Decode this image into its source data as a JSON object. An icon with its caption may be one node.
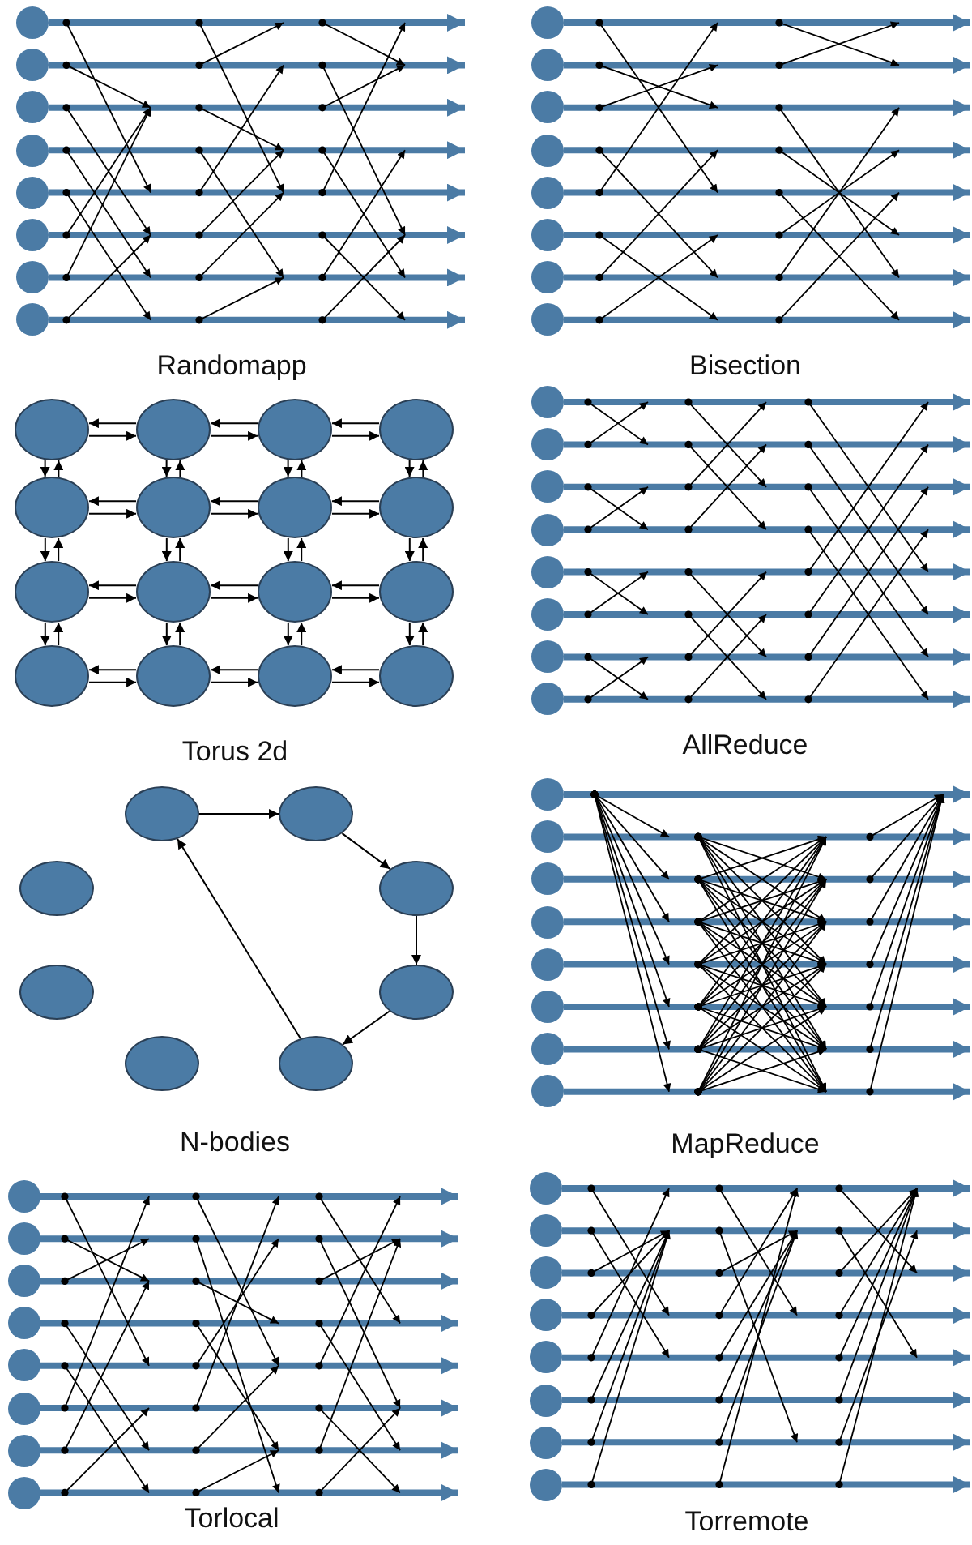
{
  "diagram": {
    "nodes": [
      {
        "text": [],
        "shape": "circle"
      },
      {
        "text": [],
        "shape": "circle"
      },
      {
        "text": [],
        "shape": "circle"
      },
      {
        "text": [],
        "shape": "circle"
      },
      {
        "text": [],
        "shape": "circle"
      },
      {
        "text": [],
        "shape": "circle"
      },
      {
        "text": [],
        "shape": "circle"
      },
      {
        "text": [],
        "shape": "circle"
      },
      {
        "text": [],
        "shape": "circle"
      },
      {
        "text": [],
        "shape": "circle"
      },
      {
        "text": [],
        "shape": "circle"
      },
      {
        "text": [],
        "shape": "circle"
      },
      {
        "text": [],
        "shape": "circle"
      },
      {
        "text": [],
        "shape": "circle"
      },
      {
        "text": [],
        "shape": "circle"
      },
      {
        "text": [],
        "shape": "circle"
      },
      {
        "text": [],
        "shape": "ellipse"
      },
      {
        "text": [],
        "shape": "ellipse"
      },
      {
        "text": [],
        "shape": "ellipse"
      },
      {
        "text": [],
        "shape": "ellipse"
      },
      {
        "text": [],
        "shape": "ellipse"
      },
      {
        "text": [],
        "shape": "ellipse"
      },
      {
        "text": [],
        "shape": "ellipse"
      },
      {
        "text": [],
        "shape": "ellipse"
      },
      {
        "text": [],
        "shape": "ellipse"
      },
      {
        "text": [],
        "shape": "ellipse"
      },
      {
        "text": [],
        "shape": "ellipse"
      },
      {
        "text": [],
        "shape": "ellipse"
      },
      {
        "text": [],
        "shape": "ellipse"
      },
      {
        "text": [],
        "shape": "ellipse"
      },
      {
        "text": [],
        "shape": "ellipse"
      },
      {
        "text": [],
        "shape": "ellipse"
      },
      {
        "text": [],
        "shape": "circle"
      },
      {
        "text": [],
        "shape": "circle"
      },
      {
        "text": [],
        "shape": "circle"
      },
      {
        "text": [],
        "shape": "circle"
      },
      {
        "text": [],
        "shape": "circle"
      },
      {
        "text": [],
        "shape": "circle"
      },
      {
        "text": [],
        "shape": "circle"
      },
      {
        "text": [],
        "shape": "circle"
      },
      {
        "text": [],
        "shape": "ellipse"
      },
      {
        "text": [],
        "shape": "ellipse"
      },
      {
        "text": [],
        "shape": "ellipse"
      },
      {
        "text": [],
        "shape": "ellipse"
      },
      {
        "text": [],
        "shape": "ellipse"
      },
      {
        "text": [],
        "shape": "ellipse"
      },
      {
        "text": [],
        "shape": "ellipse"
      },
      {
        "text": [],
        "shape": "ellipse"
      },
      {
        "text": [],
        "shape": "circle"
      },
      {
        "text": [],
        "shape": "circle"
      },
      {
        "text": [],
        "shape": "circle"
      },
      {
        "text": [],
        "shape": "circle"
      },
      {
        "text": [],
        "shape": "circle"
      },
      {
        "text": [],
        "shape": "circle"
      },
      {
        "text": [],
        "shape": "circle"
      },
      {
        "text": [],
        "shape": "circle"
      },
      {
        "text": [],
        "shape": "circle"
      },
      {
        "text": [],
        "shape": "circle"
      },
      {
        "text": [],
        "shape": "circle"
      },
      {
        "text": [],
        "shape": "circle"
      },
      {
        "text": [],
        "shape": "circle"
      },
      {
        "text": [],
        "shape": "circle"
      },
      {
        "text": [],
        "shape": "circle"
      },
      {
        "text": [],
        "shape": "circle"
      },
      {
        "text": [],
        "shape": "circle"
      },
      {
        "text": [],
        "shape": "circle"
      },
      {
        "text": [],
        "shape": "circle"
      },
      {
        "text": [],
        "shape": "circle"
      },
      {
        "text": [],
        "shape": "circle"
      },
      {
        "text": [],
        "shape": "circle"
      },
      {
        "text": [],
        "shape": "circle"
      },
      {
        "text": [],
        "shape": "circle"
      }
    ],
    "edges": [
      {
        "from": 0,
        "to": null,
        "arrow": "to",
        "style": "thick",
        "color": "#4b7ba5"
      },
      {
        "from": 1,
        "to": null,
        "arrow": "to",
        "style": "thick",
        "color": "#4b7ba5"
      },
      {
        "from": 2,
        "to": null,
        "arrow": "to",
        "style": "thick",
        "color": "#4b7ba5"
      },
      {
        "from": 3,
        "to": null,
        "arrow": "to",
        "style": "thick",
        "color": "#4b7ba5"
      },
      {
        "from": 4,
        "to": null,
        "arrow": "to",
        "style": "thick",
        "color": "#4b7ba5"
      },
      {
        "from": 5,
        "to": null,
        "arrow": "to",
        "style": "thick",
        "color": "#4b7ba5"
      },
      {
        "from": 6,
        "to": null,
        "arrow": "to",
        "style": "thick",
        "color": "#4b7ba5"
      },
      {
        "from": 7,
        "to": null,
        "arrow": "to",
        "style": "thick",
        "color": "#4b7ba5"
      },
      {
        "from": 8,
        "to": null,
        "arrow": "to",
        "style": "thick",
        "color": "#4b7ba5"
      },
      {
        "from": 9,
        "to": null,
        "arrow": "to",
        "style": "thick",
        "color": "#4b7ba5"
      },
      {
        "from": 10,
        "to": null,
        "arrow": "to",
        "style": "thick",
        "color": "#4b7ba5"
      },
      {
        "from": 11,
        "to": null,
        "arrow": "to",
        "style": "thick",
        "color": "#4b7ba5"
      },
      {
        "from": 12,
        "to": null,
        "arrow": "to",
        "style": "thick",
        "color": "#4b7ba5"
      },
      {
        "from": 13,
        "to": null,
        "arrow": "to",
        "style": "thick",
        "color": "#4b7ba5"
      },
      {
        "from": 14,
        "to": null,
        "arrow": "to",
        "style": "thick",
        "color": "#4b7ba5"
      },
      {
        "from": 15,
        "to": null,
        "arrow": "to",
        "style": "thick",
        "color": "#4b7ba5"
      },
      {
        "from": 16,
        "to": 17,
        "arrow": "to"
      },
      {
        "from": 17,
        "to": 16,
        "arrow": "to"
      },
      {
        "from": 17,
        "to": 18,
        "arrow": "to"
      },
      {
        "from": 18,
        "to": 17,
        "arrow": "to"
      },
      {
        "from": 18,
        "to": 19,
        "arrow": "to"
      },
      {
        "from": 19,
        "to": 18,
        "arrow": "to"
      },
      {
        "from": 20,
        "to": 21,
        "arrow": "to"
      },
      {
        "from": 21,
        "to": 20,
        "arrow": "to"
      },
      {
        "from": 21,
        "to": 22,
        "arrow": "to"
      },
      {
        "from": 22,
        "to": 21,
        "arrow": "to"
      },
      {
        "from": 22,
        "to": 23,
        "arrow": "to"
      },
      {
        "from": 23,
        "to": 22,
        "arrow": "to"
      },
      {
        "from": 24,
        "to": 25,
        "arrow": "to"
      },
      {
        "from": 25,
        "to": 24,
        "arrow": "to"
      },
      {
        "from": 25,
        "to": 26,
        "arrow": "to"
      },
      {
        "from": 26,
        "to": 25,
        "arrow": "to"
      },
      {
        "from": 26,
        "to": 27,
        "arrow": "to"
      },
      {
        "from": 27,
        "to": 26,
        "arrow": "to"
      },
      {
        "from": 28,
        "to": 29,
        "arrow": "to"
      },
      {
        "from": 29,
        "to": 28,
        "arrow": "to"
      },
      {
        "from": 29,
        "to": 30,
        "arrow": "to"
      },
      {
        "from": 30,
        "to": 29,
        "arrow": "to"
      },
      {
        "from": 30,
        "to": 31,
        "arrow": "to"
      },
      {
        "from": 31,
        "to": 30,
        "arrow": "to"
      },
      {
        "from": 16,
        "to": 20,
        "arrow": "to"
      },
      {
        "from": 20,
        "to": 16,
        "arrow": "to"
      },
      {
        "from": 20,
        "to": 24,
        "arrow": "to"
      },
      {
        "from": 24,
        "to": 20,
        "arrow": "to"
      },
      {
        "from": 24,
        "to": 28,
        "arrow": "to"
      },
      {
        "from": 28,
        "to": 24,
        "arrow": "to"
      },
      {
        "from": 17,
        "to": 21,
        "arrow": "to"
      },
      {
        "from": 21,
        "to": 17,
        "arrow": "to"
      },
      {
        "from": 21,
        "to": 25,
        "arrow": "to"
      },
      {
        "from": 25,
        "to": 21,
        "arrow": "to"
      },
      {
        "from": 25,
        "to": 29,
        "arrow": "to"
      },
      {
        "from": 29,
        "to": 25,
        "arrow": "to"
      },
      {
        "from": 18,
        "to": 22,
        "arrow": "to"
      },
      {
        "from": 22,
        "to": 18,
        "arrow": "to"
      },
      {
        "from": 22,
        "to": 26,
        "arrow": "to"
      },
      {
        "from": 26,
        "to": 22,
        "arrow": "to"
      },
      {
        "from": 26,
        "to": 30,
        "arrow": "to"
      },
      {
        "from": 30,
        "to": 26,
        "arrow": "to"
      },
      {
        "from": 19,
        "to": 23,
        "arrow": "to"
      },
      {
        "from": 23,
        "to": 19,
        "arrow": "to"
      },
      {
        "from": 23,
        "to": 27,
        "arrow": "to"
      },
      {
        "from": 27,
        "to": 23,
        "arrow": "to"
      },
      {
        "from": 27,
        "to": 31,
        "arrow": "to"
      },
      {
        "from": 31,
        "to": 27,
        "arrow": "to"
      },
      {
        "from": 32,
        "to": null,
        "arrow": "to",
        "style": "thick",
        "color": "#4b7ba5"
      },
      {
        "from": 33,
        "to": null,
        "arrow": "to",
        "style": "thick",
        "color": "#4b7ba5"
      },
      {
        "from": 34,
        "to": null,
        "arrow": "to",
        "style": "thick",
        "color": "#4b7ba5"
      },
      {
        "from": 35,
        "to": null,
        "arrow": "to",
        "style": "thick",
        "color": "#4b7ba5"
      },
      {
        "from": 36,
        "to": null,
        "arrow": "to",
        "style": "thick",
        "color": "#4b7ba5"
      },
      {
        "from": 37,
        "to": null,
        "arrow": "to",
        "style": "thick",
        "color": "#4b7ba5"
      },
      {
        "from": 38,
        "to": null,
        "arrow": "to",
        "style": "thick",
        "color": "#4b7ba5"
      },
      {
        "from": 39,
        "to": null,
        "arrow": "to",
        "style": "thick",
        "color": "#4b7ba5"
      },
      {
        "from": 40,
        "to": 41,
        "arrow": "to"
      },
      {
        "from": 41,
        "to": 42,
        "arrow": "to"
      },
      {
        "from": 42,
        "to": 43,
        "arrow": "to"
      },
      {
        "from": 43,
        "to": 44,
        "arrow": "to"
      },
      {
        "from": 44,
        "to": 40,
        "arrow": "to"
      },
      {
        "from": 48,
        "to": null,
        "arrow": "to",
        "style": "thick",
        "color": "#4b7ba5"
      },
      {
        "from": 49,
        "to": null,
        "arrow": "to",
        "style": "thick",
        "color": "#4b7ba5"
      },
      {
        "from": 50,
        "to": null,
        "arrow": "to",
        "style": "thick",
        "color": "#4b7ba5"
      },
      {
        "from": 51,
        "to": null,
        "arrow": "to",
        "style": "thick",
        "color": "#4b7ba5"
      },
      {
        "from": 52,
        "to": null,
        "arrow": "to",
        "style": "thick",
        "color": "#4b7ba5"
      },
      {
        "from": 53,
        "to": null,
        "arrow": "to",
        "style": "thick",
        "color": "#4b7ba5"
      },
      {
        "from": 54,
        "to": null,
        "arrow": "to",
        "style": "thick",
        "color": "#4b7ba5"
      },
      {
        "from": 55,
        "to": null,
        "arrow": "to",
        "style": "thick",
        "color": "#4b7ba5"
      },
      {
        "from": 56,
        "to": null,
        "arrow": "to",
        "style": "thick",
        "color": "#4b7ba5"
      },
      {
        "from": 57,
        "to": null,
        "arrow": "to",
        "style": "thick",
        "color": "#4b7ba5"
      },
      {
        "from": 58,
        "to": null,
        "arrow": "to",
        "style": "thick",
        "color": "#4b7ba5"
      },
      {
        "from": 59,
        "to": null,
        "arrow": "to",
        "style": "thick",
        "color": "#4b7ba5"
      },
      {
        "from": 60,
        "to": null,
        "arrow": "to",
        "style": "thick",
        "color": "#4b7ba5"
      },
      {
        "from": 61,
        "to": null,
        "arrow": "to",
        "style": "thick",
        "color": "#4b7ba5"
      },
      {
        "from": 62,
        "to": null,
        "arrow": "to",
        "style": "thick",
        "color": "#4b7ba5"
      },
      {
        "from": 63,
        "to": null,
        "arrow": "to",
        "style": "thick",
        "color": "#4b7ba5"
      },
      {
        "from": 64,
        "to": null,
        "arrow": "to",
        "style": "thick",
        "color": "#4b7ba5"
      },
      {
        "from": 65,
        "to": null,
        "arrow": "to",
        "style": "thick",
        "color": "#4b7ba5"
      },
      {
        "from": 66,
        "to": null,
        "arrow": "to",
        "style": "thick",
        "color": "#4b7ba5"
      },
      {
        "from": 67,
        "to": null,
        "arrow": "to",
        "style": "thick",
        "color": "#4b7ba5"
      },
      {
        "from": 68,
        "to": null,
        "arrow": "to",
        "style": "thick",
        "color": "#4b7ba5"
      },
      {
        "from": 69,
        "to": null,
        "arrow": "to",
        "style": "thick",
        "color": "#4b7ba5"
      },
      {
        "from": 70,
        "to": null,
        "arrow": "to",
        "style": "thick",
        "color": "#4b7ba5"
      },
      {
        "from": 71,
        "to": null,
        "arrow": "to",
        "style": "thick",
        "color": "#4b7ba5"
      }
    ],
    "labels": [
      "Randomapp",
      "Bisection",
      "Torus 2d",
      "AllReduce",
      "N-bodies",
      "MapReduce",
      "Torlocal",
      "Torremote"
    ]
  }
}
